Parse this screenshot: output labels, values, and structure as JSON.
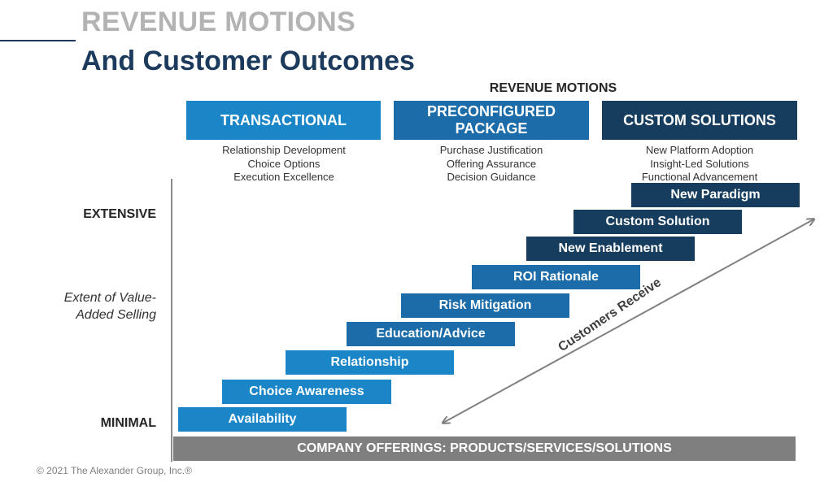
{
  "header": {
    "title": "REVENUE MOTIONS",
    "subtitle": "And Customer Outcomes"
  },
  "motions": {
    "heading": "REVENUE MOTIONS",
    "items": [
      {
        "label": "TRANSACTIONAL",
        "color": "#1a86c8",
        "bullets": [
          "Relationship Development",
          "Choice Options",
          "Execution Excellence"
        ]
      },
      {
        "label": "PRECONFIGURED PACKAGE",
        "color": "#1b6ca8",
        "bullets": [
          "Purchase Justification",
          "Offering Assurance",
          "Decision Guidance"
        ]
      },
      {
        "label": "CUSTOM SOLUTIONS",
        "color": "#173d5e",
        "bullets": [
          "New Platform Adoption",
          "Insight-Led Solutions",
          "Functional Advancement"
        ]
      }
    ]
  },
  "axis": {
    "top_label": "EXTENSIVE",
    "bottom_label": "MINIMAL",
    "title_line1": "Extent of Value-",
    "title_line2": "Added Selling"
  },
  "steps": [
    {
      "label": "Availability",
      "color": "#1a86c8"
    },
    {
      "label": "Choice Awareness",
      "color": "#1a86c8"
    },
    {
      "label": "Relationship",
      "color": "#1a86c8"
    },
    {
      "label": "Education/Advice",
      "color": "#1b6ca8"
    },
    {
      "label": "Risk Mitigation",
      "color": "#1b6ca8"
    },
    {
      "label": "ROI Rationale",
      "color": "#1b6ca8"
    },
    {
      "label": "New Enablement",
      "color": "#173d5e"
    },
    {
      "label": "Custom Solution",
      "color": "#173d5e"
    },
    {
      "label": "New Paradigm",
      "color": "#173d5e"
    }
  ],
  "arrow_label": "Customers Receive",
  "base_bar": "COMPANY OFFERINGS: PRODUCTS/SERVICES/SOLUTIONS",
  "footer": {
    "copyright": "© 2021 The Alexander Group, Inc.®"
  }
}
